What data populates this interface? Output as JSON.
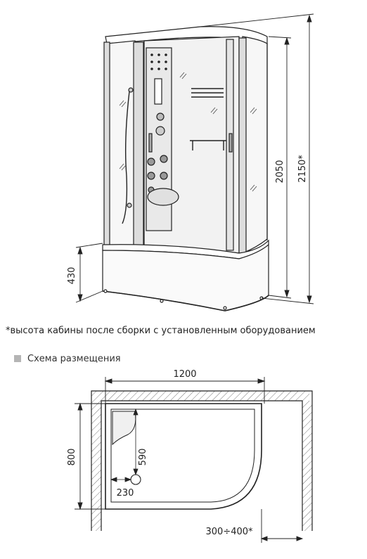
{
  "cabin": {
    "dims": {
      "height_total": "2150*",
      "height_cabin": "2050",
      "height_tray": "430"
    }
  },
  "footnote": "*высота кабины после сборки с установленным оборудованием",
  "layout_section": {
    "title": "Схема размещения",
    "bullet_color": "#b5b5b5"
  },
  "plan": {
    "width": "1200",
    "depth": "800",
    "drain_y": "590",
    "drain_x": "230",
    "wall_gap": "300÷400*"
  },
  "colors": {
    "line": "#222222",
    "glass": "#f2f2f2",
    "hatch": "#777777"
  }
}
